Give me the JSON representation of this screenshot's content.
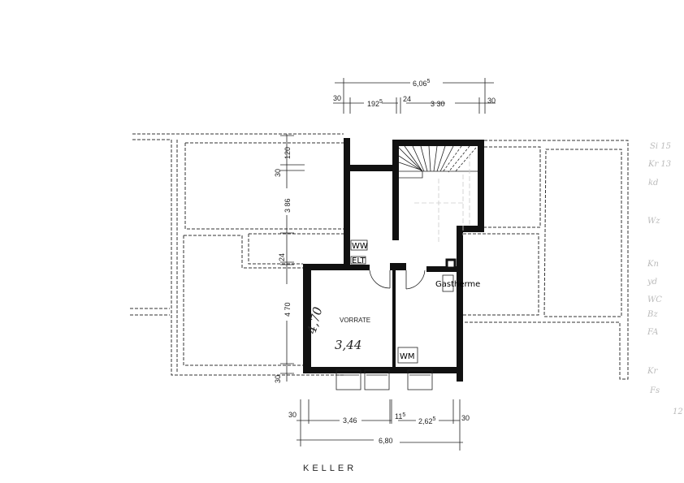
{
  "plan": {
    "title": "KELLER",
    "rooms": {
      "storage_label": "VORRATE",
      "storage_area": "3,44",
      "storage_width_handwritten": "4,70"
    },
    "fixtures": {
      "ww": "WW",
      "elt": "ELT",
      "gastherme": "Gastherme",
      "wm": "WM"
    },
    "dimensions_top": {
      "total": "6,06",
      "total_sup": "5",
      "left_wall": "30",
      "seg1": "192",
      "seg1_sup": "5",
      "seg2": "24",
      "seg3": "3 30",
      "right_wall": "30"
    },
    "dimensions_bottom": {
      "left_wall": "30",
      "seg1": "3,46",
      "seg2": "11",
      "seg2_sup": "5",
      "seg3": "2,62",
      "seg3_sup": "5",
      "right_wall": "30",
      "total": "6,80"
    },
    "dimensions_left": {
      "d1": "120",
      "d2": "30",
      "d3": "3 86",
      "d4": "24",
      "d5": "4 70",
      "d6": "30"
    },
    "margin_notes": [
      "Si 15",
      "Kr 13",
      "kd",
      "Wz",
      "Kn",
      "yd",
      "WC",
      "Bz",
      "FA",
      "Kr",
      "Fs",
      "12"
    ]
  }
}
